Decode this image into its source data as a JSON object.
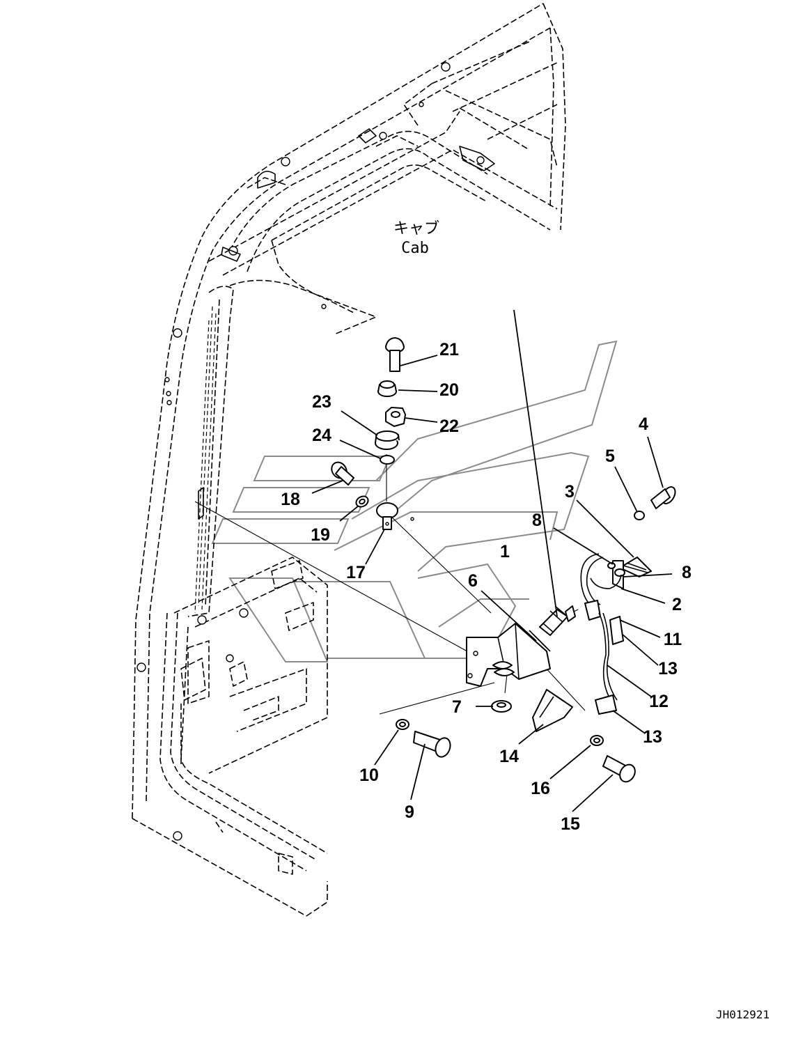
{
  "diagram": {
    "cab_label_jp": "キャブ",
    "cab_label_en": "Cab",
    "drawing_number": "JH012921"
  },
  "callouts": [
    {
      "id": "c1",
      "label": "1"
    },
    {
      "id": "c2",
      "label": "2"
    },
    {
      "id": "c3",
      "label": "3"
    },
    {
      "id": "c4",
      "label": "4"
    },
    {
      "id": "c5",
      "label": "5"
    },
    {
      "id": "c6",
      "label": "6"
    },
    {
      "id": "c7",
      "label": "7"
    },
    {
      "id": "c8a",
      "label": "8"
    },
    {
      "id": "c8b",
      "label": "8"
    },
    {
      "id": "c9",
      "label": "9"
    },
    {
      "id": "c10",
      "label": "10"
    },
    {
      "id": "c11",
      "label": "11"
    },
    {
      "id": "c12",
      "label": "12"
    },
    {
      "id": "c13a",
      "label": "13"
    },
    {
      "id": "c13b",
      "label": "13"
    },
    {
      "id": "c14",
      "label": "14"
    },
    {
      "id": "c15",
      "label": "15"
    },
    {
      "id": "c16",
      "label": "16"
    },
    {
      "id": "c17",
      "label": "17"
    },
    {
      "id": "c18",
      "label": "18"
    },
    {
      "id": "c19",
      "label": "19"
    },
    {
      "id": "c20",
      "label": "20"
    },
    {
      "id": "c21",
      "label": "21"
    },
    {
      "id": "c22",
      "label": "22"
    },
    {
      "id": "c23",
      "label": "23"
    },
    {
      "id": "c24",
      "label": "24"
    }
  ]
}
